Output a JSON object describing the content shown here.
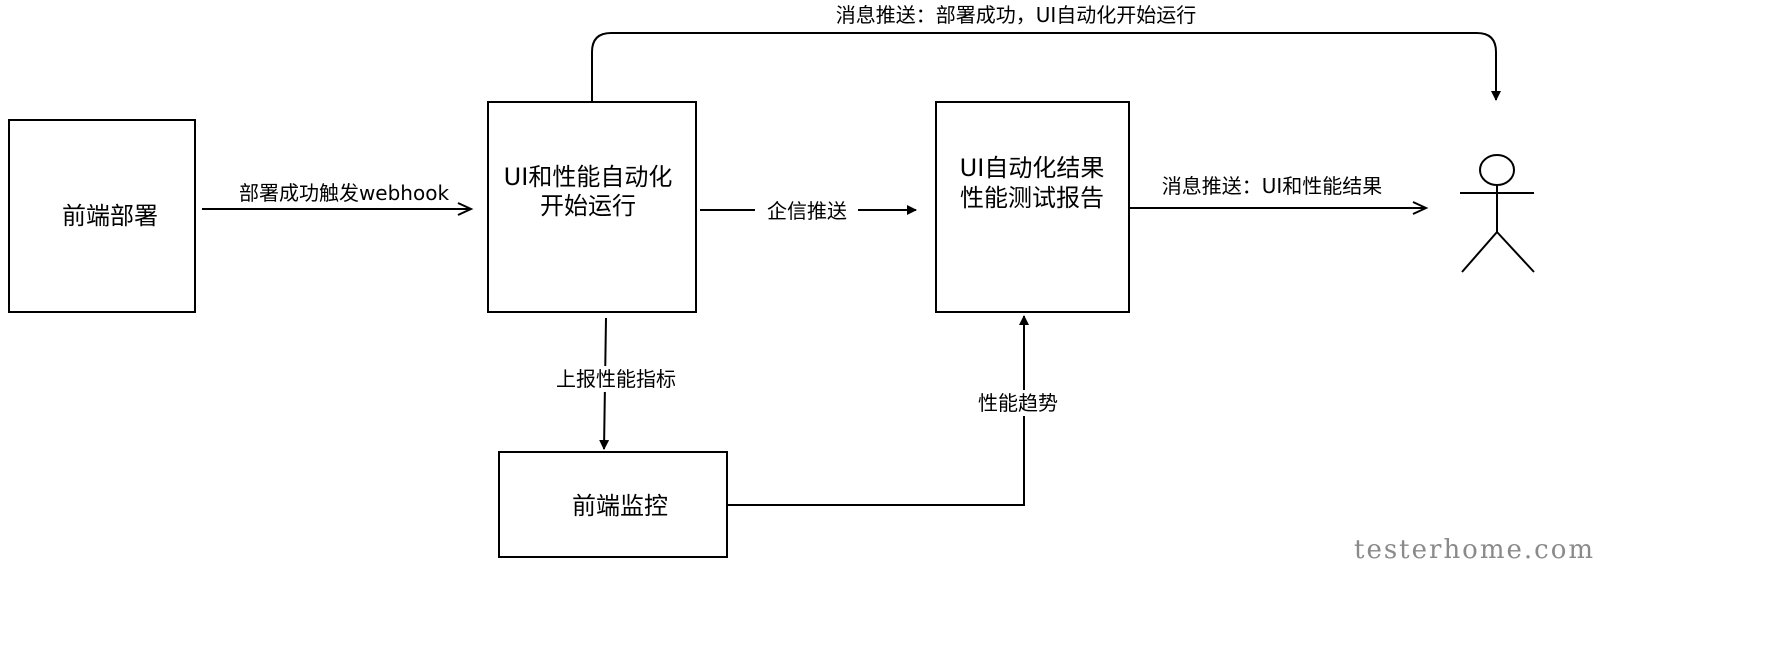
{
  "nodes": {
    "deploy": {
      "label": "前端部署"
    },
    "automation": {
      "line1": "UI和性能自动化",
      "line2": "开始运行"
    },
    "report": {
      "line1": "UI自动化结果",
      "line2": "性能测试报告"
    },
    "monitor": {
      "label": "前端监控"
    }
  },
  "edges": {
    "deploy_to_automation": "部署成功触发webhook",
    "automation_to_report": "企信推送",
    "report_to_user": "消息推送：UI和性能结果",
    "automation_to_user": "消息推送：部署成功，UI自动化开始运行",
    "automation_to_monitor": "上报性能指标",
    "monitor_to_report": "性能趋势"
  },
  "watermark": "testerhome.com"
}
